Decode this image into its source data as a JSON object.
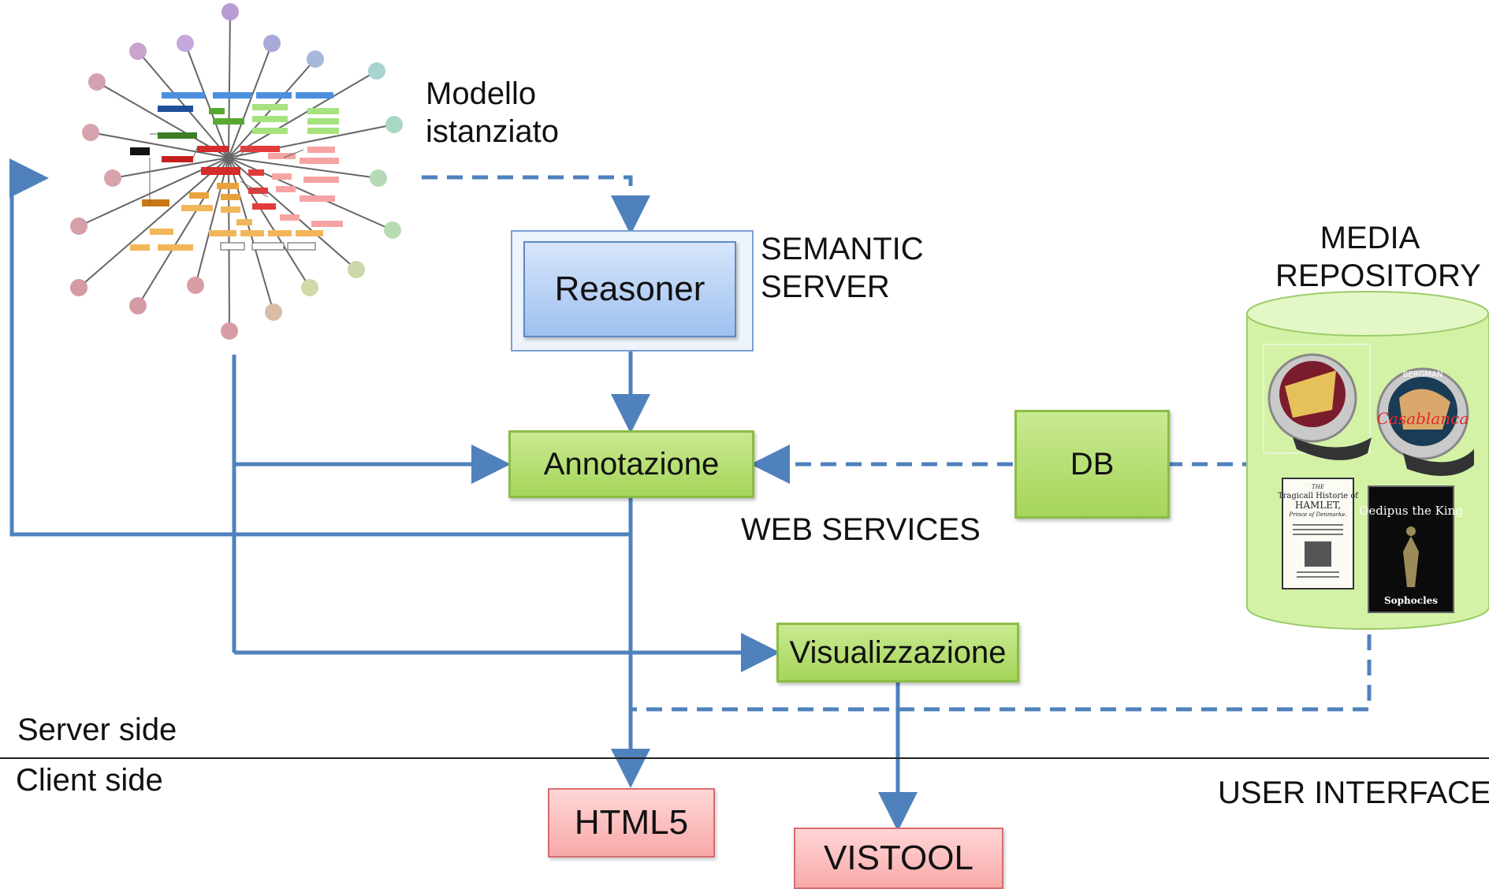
{
  "nodes": {
    "modello": "Modello\nistanziato",
    "reasoner": "Reasoner",
    "semantic_server": "SEMANTIC\nSERVER",
    "annotazione": "Annotazione",
    "db": "DB",
    "web_services": "WEB SERVICES",
    "media_repository": "MEDIA\nREPOSITORY",
    "visualizzazione": "Visualizzazione",
    "html5": "HTML5",
    "vistool": "VISTOOL",
    "user_interface": "USER INTERFACE"
  },
  "sides": {
    "server": "Server side",
    "client": "Client side"
  },
  "media_items": {
    "hamlet_line1": "THE",
    "hamlet_line2": "Tragicall Historie of",
    "hamlet_line3": "HAMLET,",
    "hamlet_line4": "Prince of Denmarke.",
    "oedipus_title": "Oedipus the King",
    "oedipus_author": "Sophocles",
    "casablanca": "Casablanca",
    "bergman": "BERGMAN"
  },
  "colors": {
    "arrow": "#4f81bd",
    "green_box": "#a6d55a",
    "red_box": "#f9a9a9",
    "blue_box": "#9fc0ef",
    "cylinder": "#d3f2a6"
  }
}
